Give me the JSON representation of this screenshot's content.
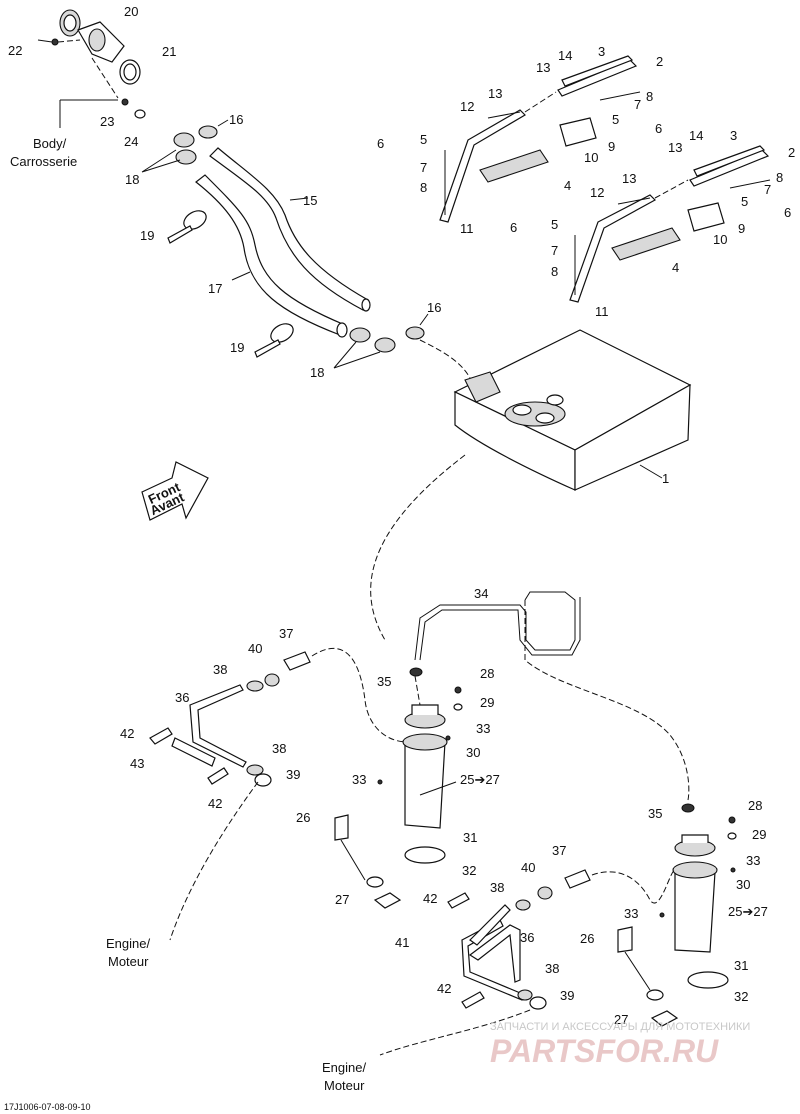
{
  "diagram": {
    "callouts": {
      "c1": "1",
      "c2a": "2",
      "c2b": "2",
      "c3a": "3",
      "c3b": "3",
      "c4a": "4",
      "c4b": "4",
      "c5a": "5",
      "c5b": "5",
      "c5c": "5",
      "c5d": "5",
      "c6a": "6",
      "c6b": "6",
      "c6c": "6",
      "c6d": "6",
      "c7a": "7",
      "c7b": "7",
      "c7c": "7",
      "c7d": "7",
      "c8a": "8",
      "c8b": "8",
      "c8c": "8",
      "c8d": "8",
      "c9a": "9",
      "c9b": "9",
      "c10a": "10",
      "c10b": "10",
      "c11a": "11",
      "c11b": "11",
      "c12a": "12",
      "c12b": "12",
      "c13a": "13",
      "c13b": "13",
      "c13c": "13",
      "c13d": "13",
      "c14a": "14",
      "c14b": "14",
      "c15": "15",
      "c16a": "16",
      "c16b": "16",
      "c17": "17",
      "c18a": "18",
      "c18b": "18",
      "c19a": "19",
      "c19b": "19",
      "c20": "20",
      "c21": "21",
      "c22": "22",
      "c23": "23",
      "c24": "24",
      "c25a": "25➔27",
      "c25b": "25➔27",
      "c26a": "26",
      "c26b": "26",
      "c27a": "27",
      "c27b": "27",
      "c28a": "28",
      "c28b": "28",
      "c29a": "29",
      "c29b": "29",
      "c30a": "30",
      "c30b": "30",
      "c31a": "31",
      "c31b": "31",
      "c32a": "32",
      "c32b": "32",
      "c33a": "33",
      "c33b": "33",
      "c33c": "33",
      "c33d": "33",
      "c34": "34",
      "c35a": "35",
      "c35b": "35",
      "c36a": "36",
      "c36b": "36",
      "c37a": "37",
      "c37b": "37",
      "c38a": "38",
      "c38b": "38",
      "c38c": "38",
      "c38d": "38",
      "c39a": "39",
      "c39b": "39",
      "c40a": "40",
      "c40b": "40",
      "c41": "41",
      "c42a": "42",
      "c42b": "42",
      "c42c": "42",
      "c42d": "42",
      "c43": "43"
    },
    "body_label_line1": "Body/",
    "body_label_line2": "Carrosserie",
    "engine_label_a_line1": "Engine/",
    "engine_label_a_line2": "Moteur",
    "engine_label_b_line1": "Engine/",
    "engine_label_b_line2": "Moteur",
    "front_arrow_line1": "Front",
    "front_arrow_line2": "Avant",
    "figure_code": "17J1006-07-08-09-10"
  },
  "watermark": {
    "tagline": "ЗАПЧАСТИ И АКСЕССУАРЫ ДЛЯ МОТОТЕХНИКИ",
    "brand": "PARTSFOR.RU"
  }
}
